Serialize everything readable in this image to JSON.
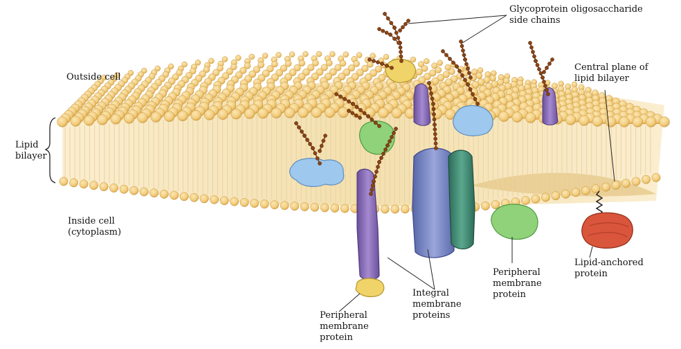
{
  "labels": {
    "glycoprotein": "Glycoprotein oligosaccharide\nside chains",
    "outside_cell": "Outside cell",
    "central_plane": "Central plane of\nlipid bilayer",
    "lipid_bilayer": "Lipid\nbilayer",
    "inside_cell": "Inside cell\n(cytoplasm)",
    "integral": "Integral\nmembrane\nproteins",
    "peripheral_left": "Peripheral\nmembrane\nprotein",
    "peripheral_right": "Peripheral\nmembrane\nprotein",
    "lipid_anchored": "Lipid-anchored\nprotein"
  },
  "colors": {
    "lipid_head": "#f2cc7c",
    "lipid_head_shade": "#d9a84e",
    "lipid_tail": "#f7e6bd",
    "integral_purple": "#8c72b8",
    "integral_blue": "#7a86c4",
    "integral_teal": "#3f8a73",
    "peripheral_green": "#8fd27a",
    "peripheral_blue": "#9ec8ee",
    "peripheral_yellow": "#f0d46a",
    "lipid_anchored_red": "#d9553b",
    "sugar_chain": "#7a3a12"
  }
}
